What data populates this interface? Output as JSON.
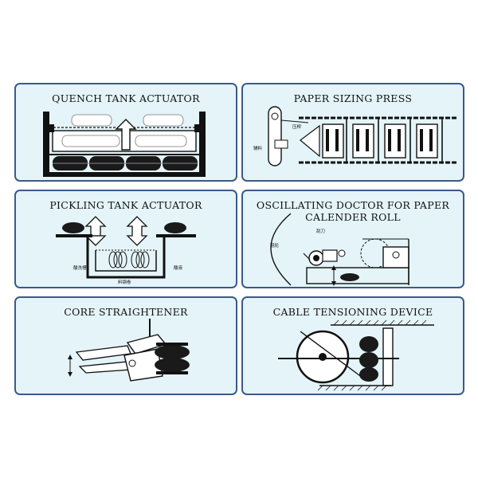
{
  "panels": {
    "quench": {
      "title": "QUENCH TANK ACTUATOR"
    },
    "paper_sizing": {
      "title": "PAPER SIZING PRESS",
      "label_1": "压榨",
      "label_2": "辅料"
    },
    "pickling": {
      "title": "PICKLING TANK ACTUATOR",
      "label_left": "酸洗槽",
      "label_right": "酸液",
      "label_bottom": "料钢卷"
    },
    "doctor": {
      "title_line1": "OSCILLATING DOCTOR FOR PAPER",
      "title_line2": "CALENDER ROLL",
      "label_blade": "刮刀",
      "label_roll": "辊轮"
    },
    "core": {
      "title": "CORE STRAIGHTENER"
    },
    "cable": {
      "title": "CABLE TENSIONING DEVICE"
    }
  },
  "colors": {
    "panel_bg": "#e4f4f8",
    "panel_border": "#3b5a8a",
    "ink": "#111111"
  }
}
